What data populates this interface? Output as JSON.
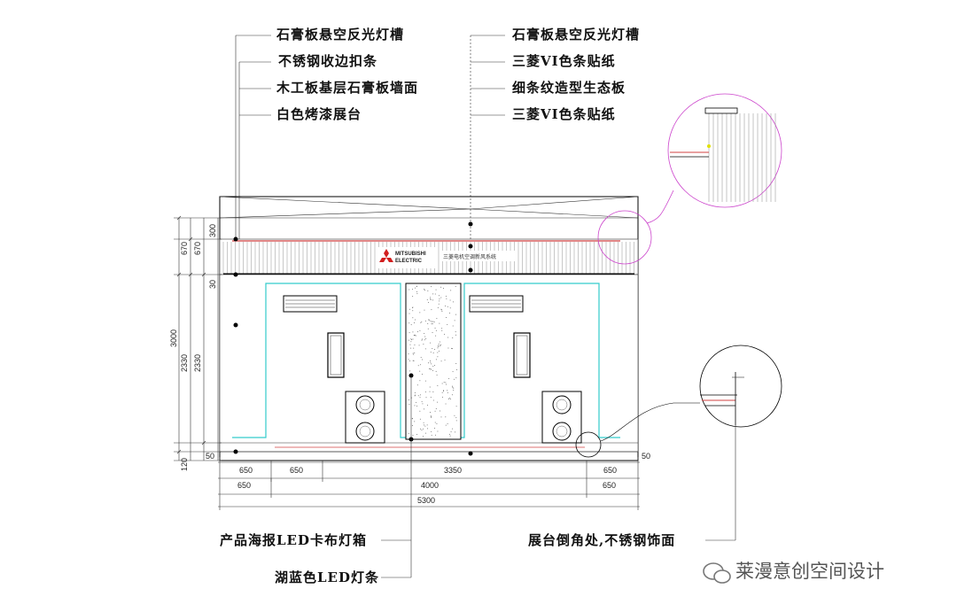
{
  "labels_left_top": [
    "石膏板悬空反光灯槽",
    "不锈钢收边扣条",
    "木工板基层石膏板墙面",
    "白色烤漆展台"
  ],
  "labels_right_top": [
    "石膏板悬空反光灯槽",
    "三菱VI色条贴纸",
    "细条纹造型生态板",
    "三菱VI色条贴纸"
  ],
  "labels_bottom_left": [
    "产品海报LED卡布灯箱",
    "湖蓝色LED灯条"
  ],
  "label_bottom_right": "展台倒角处,不锈钢饰面",
  "brand": {
    "logo_line1": "MITSUBISHI",
    "logo_line2": "ELECTRIC",
    "slogan": "三菱电机空调新风系统"
  },
  "dims_vertical": {
    "outer": [
      "670",
      "670",
      "3000",
      "2330",
      "2330",
      "120"
    ],
    "inner": [
      "300",
      "30",
      "50"
    ]
  },
  "dims_horizontal": {
    "row1": [
      "650",
      "650",
      "3350",
      "650"
    ],
    "row2": [
      "650",
      "4000",
      "650"
    ],
    "total": "5300",
    "right_small": "50",
    "left_small": "50"
  },
  "watermark": "莱漫意创空间设计",
  "colors": {
    "led_strip": "#33cccc",
    "vi_stripe": "#d04040",
    "callout_circle": "#cc44cc"
  }
}
